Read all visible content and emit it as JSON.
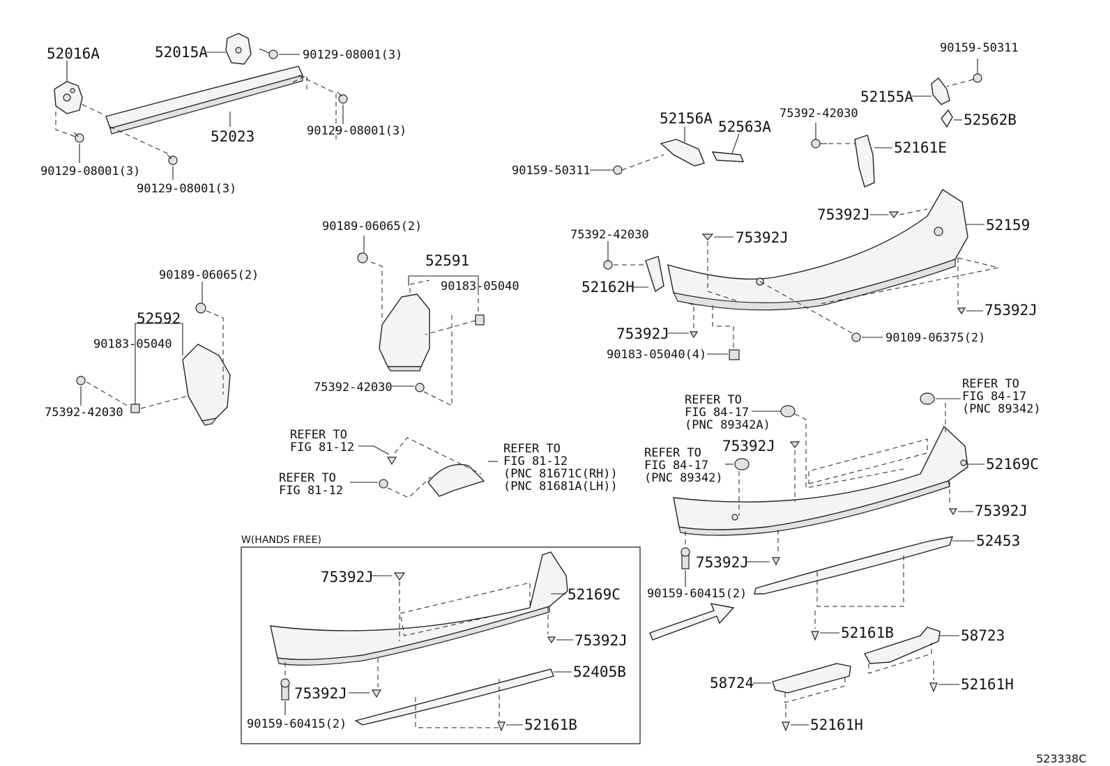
{
  "labels": {
    "p52016A": "52016A",
    "p52015A": "52015A",
    "p90129_top": "90129-08001(3)",
    "p90129_right": "90129-08001(3)",
    "p90129_left": "90129-08001(3)",
    "p90129_mid": "90129-08001(3)",
    "p52023": "52023",
    "p90159_top": "90159-50311",
    "p52155A": "52155A",
    "p52562B": "52562B",
    "p75392_42030_a": "75392-42030",
    "p52161E": "52161E",
    "p52156A": "52156A",
    "p52563A": "52563A",
    "p90159_50311": "90159-50311",
    "p75392J_a": "75392J",
    "p52159": "52159",
    "p75392_42030_b": "75392-42030",
    "p75392J_b": "75392J",
    "p52162H": "52162H",
    "p75392J_c": "75392J",
    "p75392J_d": "75392J",
    "p90109": "90109-06375(2)",
    "p90183_4": "90183-05040(4)",
    "p90189_a": "90189-06065(2)",
    "p52591": "52591",
    "p90183_a": "90183-05040",
    "p75392_42030_c": "75392-42030",
    "p90189_b": "90189-06065(2)",
    "p52592": "52592",
    "p90183_b": "90183-05040",
    "p75392_42030_d": "75392-42030",
    "ref81_a1": "REFER TO",
    "ref81_a2": "FIG 81-12",
    "ref81_b1": "REFER TO",
    "ref81_b2": "FIG 81-12",
    "ref81_c1": "REFER TO",
    "ref81_c2": "FIG 81-12",
    "ref81_c3": "(PNC 81671C(RH))",
    "ref81_c4": "(PNC 81681A(LH))",
    "ref84_a1": "REFER TO",
    "ref84_a2": "FIG 84-17",
    "ref84_a3": "(PNC 89342A)",
    "ref84_b1": "REFER TO",
    "ref84_b2": "FIG 84-17",
    "ref84_b3": "(PNC 89342)",
    "ref84_c1": "REFER TO",
    "ref84_c2": "FIG 84-17",
    "ref84_c3": "(PNC 89342)",
    "p75392J_e": "75392J",
    "p52169C_a": "52169C",
    "p75392J_f": "75392J",
    "p52453": "52453",
    "p75392J_g": "75392J",
    "p90159_60415_a": "90159-60415(2)",
    "p52161B_a": "52161B",
    "p58723": "58723",
    "p58724": "58724",
    "p52161H_a": "52161H",
    "p52161H_b": "52161H",
    "inset_title": "W(HANDS FREE)",
    "p75392J_h": "75392J",
    "p52169C_b": "52169C",
    "p75392J_i": "75392J",
    "p52405B": "52405B",
    "p75392J_j": "75392J",
    "p90159_60415_b": "90159-60415(2)",
    "p52161B_b": "52161B",
    "figure_code": "523338C"
  }
}
